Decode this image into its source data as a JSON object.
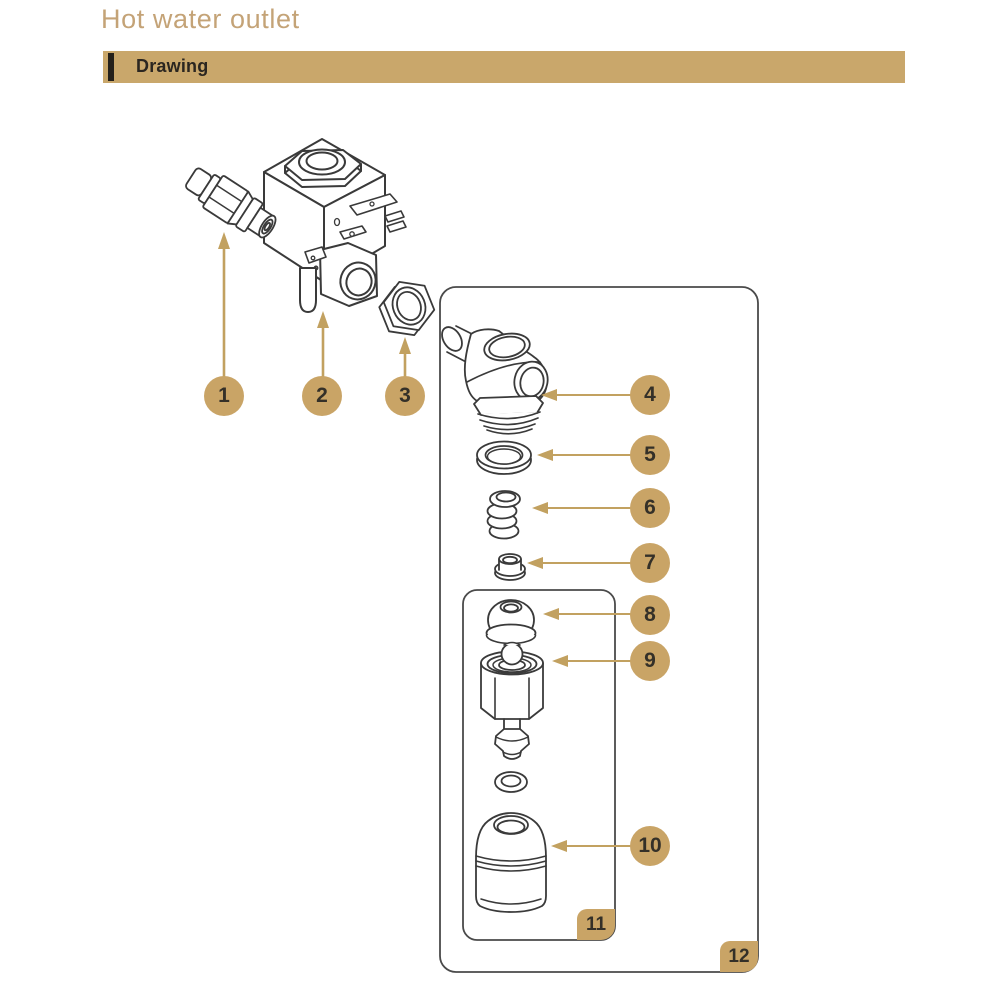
{
  "page": {
    "title": "Hot water outlet",
    "section_label": "Drawing"
  },
  "colors": {
    "accent_tan": "#C9A76B",
    "callout_tan": "#C9A466",
    "title_text": "#C4A377",
    "heading_text": "#2B2620",
    "line_art": "#3A3A3A",
    "background": "#FFFFFF"
  },
  "diagram": {
    "callouts": [
      {
        "number": "1"
      },
      {
        "number": "2"
      },
      {
        "number": "3"
      },
      {
        "number": "4"
      },
      {
        "number": "5"
      },
      {
        "number": "6"
      },
      {
        "number": "7"
      },
      {
        "number": "8"
      },
      {
        "number": "9"
      },
      {
        "number": "10"
      }
    ],
    "groups": [
      {
        "number": "11"
      },
      {
        "number": "12"
      }
    ]
  }
}
